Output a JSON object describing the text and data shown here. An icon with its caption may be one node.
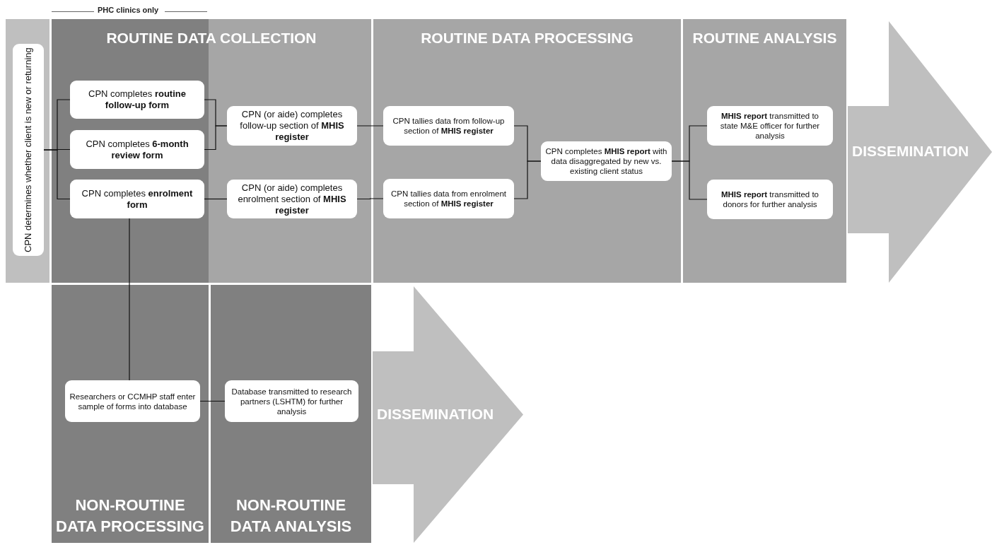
{
  "diagram": {
    "nodes": [
      {
        "text": [
          "CPN determines whether client is new or returning"
        ]
      },
      {
        "text": [
          "ROUTINE DATA COLLECTION"
        ]
      },
      {
        "text": [
          "CPN completes **routine follow-up form**"
        ],
        "in": 1
      },
      {
        "text": [
          "CPN completes **6-month review form**"
        ],
        "in": 1
      },
      {
        "text": [
          "CPN completes **enrolment form**"
        ],
        "in": 1
      },
      {
        "text": [
          "CPN (or aide) completes follow-up section of **MHIS register**"
        ],
        "in": 1
      },
      {
        "text": [
          "CPN (or aide) completes enrolment section of **MHIS register**"
        ],
        "in": 1
      },
      {
        "text": [
          "ROUTINE DATA PROCESSING"
        ]
      },
      {
        "text": [
          "CPN tallies data from follow-up section of **MHIS register**"
        ],
        "in": 7
      },
      {
        "text": [
          "CPN tallies data from enrolment section of **MHIS register**"
        ],
        "in": 7
      },
      {
        "text": [
          "CPN completes **MHIS report** with data disaggregated by new vs. existing client status"
        ],
        "in": 7
      },
      {
        "text": [
          "ROUTINE ANALYSIS"
        ]
      },
      {
        "text": [
          "**MHIS report** transmitted to state M&E officer for further analysis"
        ],
        "in": 11
      },
      {
        "text": [
          "**MHIS report** transmitted to donors for further analysis"
        ],
        "in": 11
      },
      {
        "text": [
          "DISSEMINATION"
        ]
      },
      {
        "text": [
          "NON-ROUTINE DATA PROCESSING"
        ]
      },
      {
        "text": [
          "Researchers or CCMHP staff enter sample of forms into database"
        ],
        "in": 15
      },
      {
        "text": [
          "NON-ROUTINE DATA ANALYSIS"
        ]
      },
      {
        "text": [
          "Database transmitted to research partners (LSHTM) for further analysis"
        ],
        "in": 17
      },
      {
        "text": [
          "DISSEMINATION"
        ]
      }
    ],
    "edges": [
      {
        "from": 0,
        "to": 2,
        "arrow": "none"
      },
      {
        "from": 0,
        "to": 3,
        "arrow": "none"
      },
      {
        "from": 0,
        "to": 4,
        "arrow": "none"
      },
      {
        "from": 2,
        "to": 5,
        "arrow": "none"
      },
      {
        "from": 3,
        "to": 5,
        "arrow": "none"
      },
      {
        "from": 4,
        "to": 6,
        "arrow": "none"
      },
      {
        "from": 5,
        "to": 8,
        "arrow": "none"
      },
      {
        "from": 6,
        "to": 9,
        "arrow": "none"
      },
      {
        "from": 8,
        "to": 10,
        "arrow": "none"
      },
      {
        "from": 9,
        "to": 10,
        "arrow": "none"
      },
      {
        "from": 10,
        "to": 12,
        "arrow": "none"
      },
      {
        "from": 10,
        "to": 13,
        "arrow": "none"
      },
      {
        "from": 4,
        "to": 16,
        "arrow": "none"
      },
      {
        "from": 16,
        "to": 18,
        "arrow": "none"
      }
    ],
    "labels": [
      "PHC clinics only"
    ]
  }
}
